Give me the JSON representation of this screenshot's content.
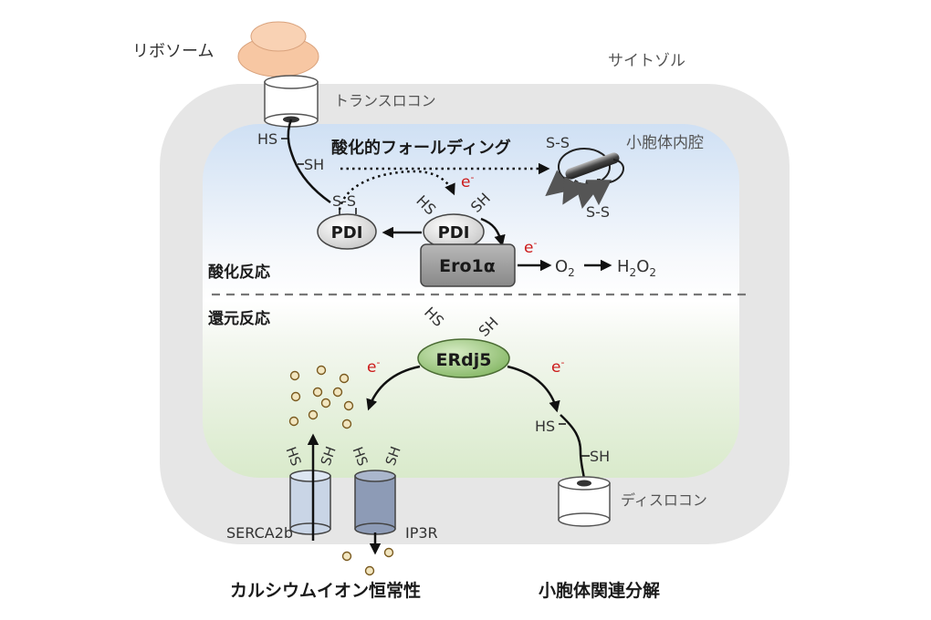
{
  "labels": {
    "ribosome": "リボソーム",
    "cytosol": "サイトゾル",
    "translocon": "トランスロコン",
    "lumen": "小胞体内腔",
    "oxidative_folding": "酸化的フォールディング",
    "oxidation_reaction": "酸化反応",
    "reduction_reaction": "還元反応",
    "dislocon": "ディスロコン",
    "serca": "SERCA2b",
    "ip3r": "IP3R",
    "calcium": "カルシウムイオン恒常性",
    "erad": "小胞体関連分解"
  },
  "proteins": {
    "pdi": "PDI",
    "ero1": "Ero1α",
    "erdj5": "ERdj5"
  },
  "chem": {
    "hs": "HS",
    "sh": "SH",
    "ss": "S-S",
    "electron": "e",
    "electron_sup": "-",
    "o2": "O",
    "o2_sub": "2",
    "h2o2_h": "H",
    "h2o2_sub": "2",
    "h2o2_o": "O"
  },
  "colors": {
    "cytosol_gray": "#e6e6e6",
    "lumen_top": "#cfe0f4",
    "lumen_bottom": "#dbeccd",
    "erdj5_green": "#a3cc84",
    "pdi_gray": "#dcdcdc",
    "ero1_gray": "#9a9a9a",
    "ribosome_peach": "#f7c7a3",
    "serca_blue": "#c9d5e6",
    "ip3r_blue": "#8d9bb6",
    "calcium_ball": "#f2e6c0",
    "electron_red": "#cc1a1a"
  }
}
